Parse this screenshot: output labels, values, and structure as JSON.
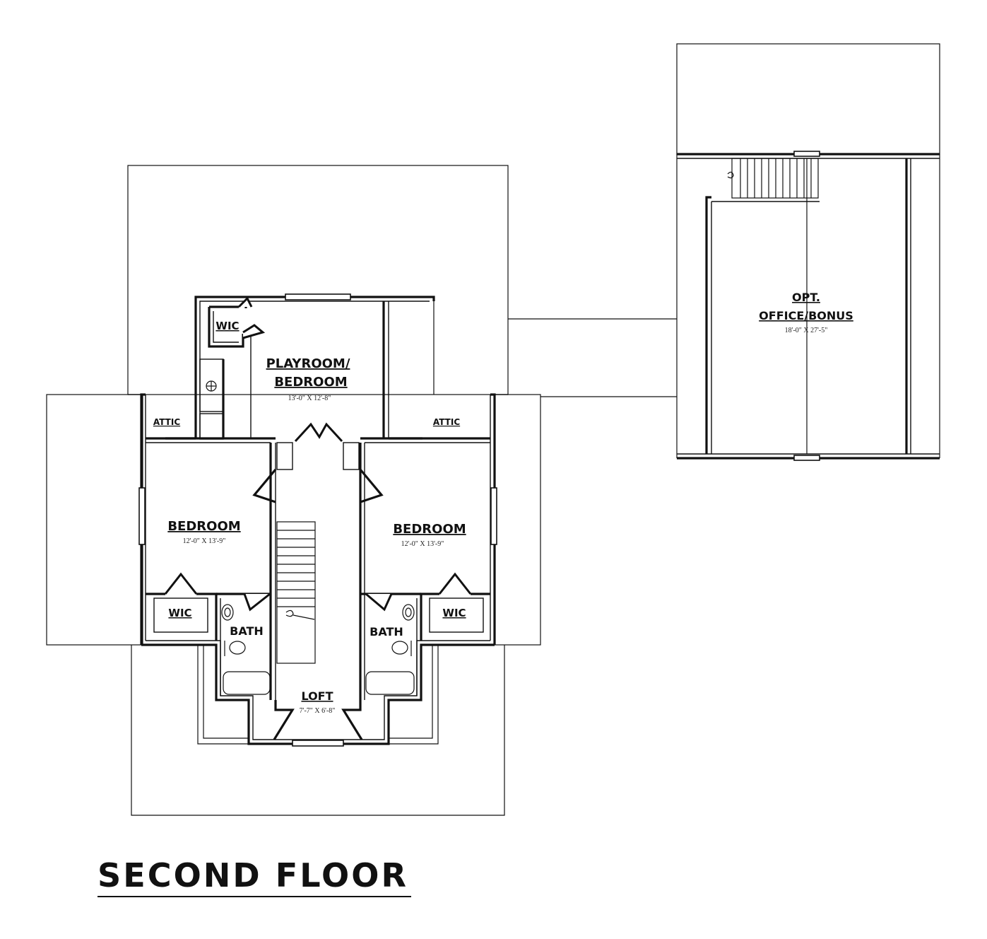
{
  "drawing_title": "SECOND FLOOR",
  "rooms": {
    "playroom": {
      "name_line1": "PLAYROOM/",
      "name_line2": "BEDROOM",
      "size": "13'-0\" X 12'-8\""
    },
    "bedroom_left": {
      "name": "BEDROOM",
      "size": "12'-0\" X 13'-9\""
    },
    "bedroom_right": {
      "name": "BEDROOM",
      "size": "12'-0\" X 13'-9\""
    },
    "loft": {
      "name": "LOFT",
      "size": "7'-7\" X 6'-8\""
    },
    "bonus": {
      "name_line1": "OPT.",
      "name_line2": "OFFICE/BONUS",
      "size": "18'-0\" X 27'-5\""
    },
    "wic_top": {
      "name": "WIC"
    },
    "wic_left": {
      "name": "WIC"
    },
    "wic_right": {
      "name": "WIC"
    },
    "bath_left": {
      "name": "BATH"
    },
    "bath_right": {
      "name": "BATH"
    },
    "attic_left": {
      "name": "ATTIC"
    },
    "attic_right": {
      "name": "ATTIC"
    }
  }
}
